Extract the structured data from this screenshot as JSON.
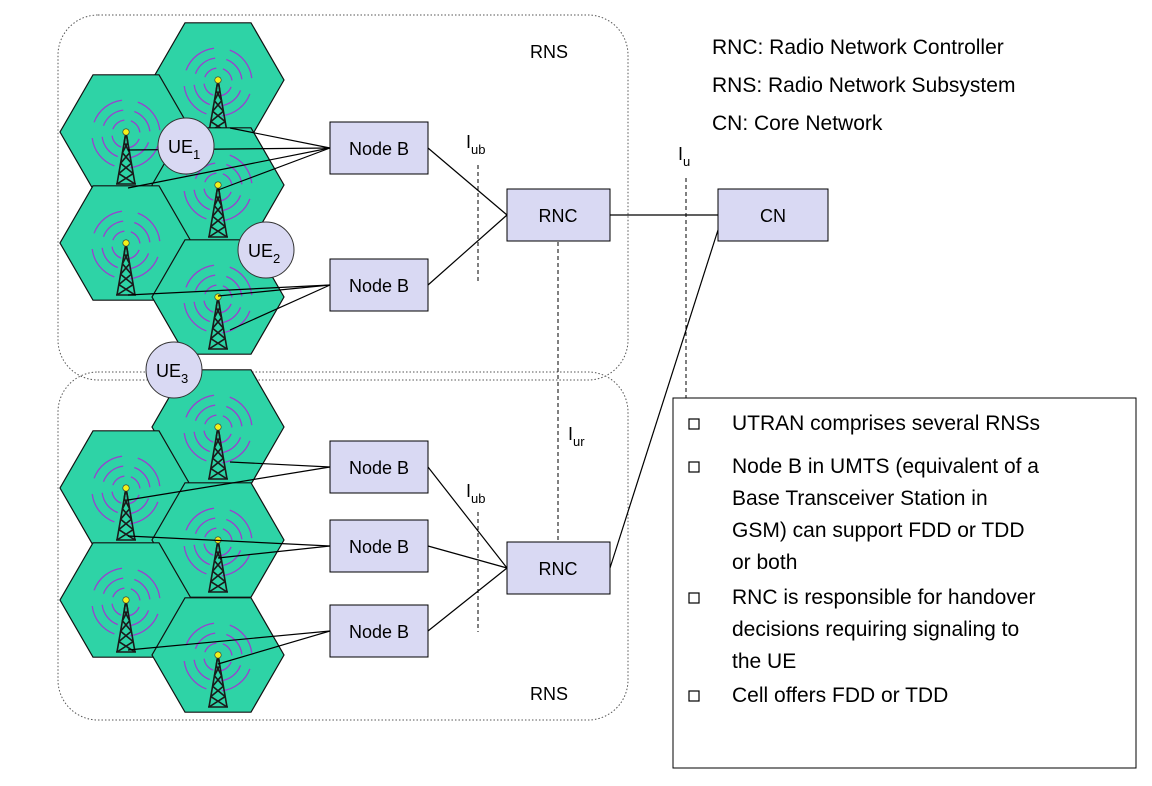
{
  "rns_labels": [
    "RNS",
    "RNS"
  ],
  "legend": [
    "RNC: Radio Network Controller",
    "RNS: Radio Network Subsystem",
    "CN: Core Network"
  ],
  "node_b_label": "Node B",
  "rnc_label": "RNC",
  "cn_label": "CN",
  "interfaces": {
    "iub": {
      "main": "I",
      "sub": "ub"
    },
    "iu": {
      "main": "I",
      "sub": "u"
    },
    "iur": {
      "main": "I",
      "sub": "ur"
    }
  },
  "ues": [
    {
      "main": "UE",
      "sub": "1"
    },
    {
      "main": "UE",
      "sub": "2"
    },
    {
      "main": "UE",
      "sub": "3"
    }
  ],
  "notes": [
    {
      "lines": [
        "UTRAN comprises several RNSs"
      ]
    },
    {
      "lines": [
        "Node B in UMTS (equivalent of a",
        "Base Transceiver Station in",
        "GSM) can support FDD or TDD",
        "or both"
      ]
    },
    {
      "lines": [
        "RNC is responsible for handover",
        "decisions requiring signaling to",
        "the UE"
      ]
    },
    {
      "lines": [
        "Cell offers FDD or TDD"
      ]
    }
  ],
  "colors": {
    "cell": "#2ed3a6",
    "box": "#d9d9f3",
    "wave": "#9a3fd0",
    "tower": "#1a1a1a"
  }
}
